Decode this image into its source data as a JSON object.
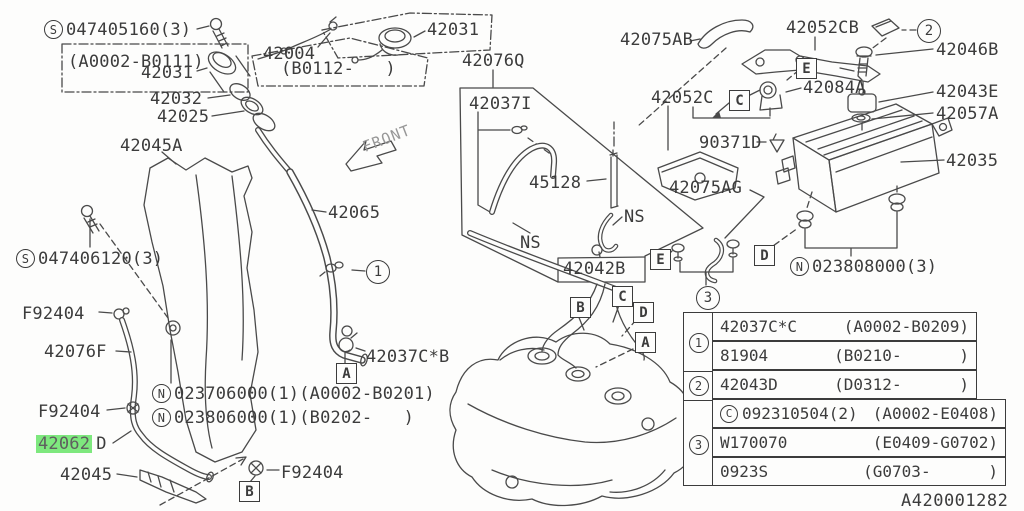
{
  "labels": {
    "bolt1": "047405160(3)",
    "range_a": "(A0002-B0111)",
    "cap1": "42031",
    "tether": "42004",
    "range_b": "(B0112-   )",
    "cap2": "42031",
    "ring_42032": "42032",
    "gasket_42025": "42025",
    "protector_42045a": "42045A",
    "bracket_q": "42076Q",
    "pipe_i": "42037I",
    "hose_45128": "45128",
    "ns1": "NS",
    "ns2": "NS",
    "pipe_42042b": "42042B",
    "hose_42075ab": "42075AB",
    "bracket_42052cb": "42052CB",
    "screw_42046b": "42046B",
    "valve_42084a": "42084A",
    "bracket_42052c": "42052C",
    "cushion_42043e": "42043E",
    "washer_42057a": "42057A",
    "clip_90371d": "90371D",
    "canister_42035": "42035",
    "hose_42075ag": "42075AG",
    "nut_023808000": "023808000(3)",
    "bolt2": "047406120(3)",
    "filler_42065": "42065",
    "clamp_f92404_1": "F92404",
    "hose_42076f": "42076F",
    "clamp_f92404_2": "F92404",
    "hose_42062": "42062",
    "hose_42062_suffix": "D",
    "deflector_42045": "42045",
    "clamp_f92404_3": "F92404",
    "nut_023706000": "023706000(1)(A0002-B0201)",
    "nut_023806000": "023806000(1)(B0202-   )",
    "clamp_42037cb": "42037C*B",
    "front": "FRONT",
    "doc_number": "A420001282"
  },
  "markers": {
    "s": "S",
    "n": "N",
    "c": "C"
  },
  "refs": {
    "a": "A",
    "b": "B",
    "c": "C",
    "d": "D",
    "e": "E",
    "n1": "1",
    "n2": "2",
    "n3": "3"
  },
  "table": {
    "rows": [
      {
        "part": "42037C*C",
        "range": "(A0002-B0209)"
      },
      {
        "part": "81904",
        "range": "(B0210-      )"
      },
      {
        "part": "42043D",
        "range": "(D0312-      )"
      },
      {
        "marker": "C",
        "part": "092310504(2)",
        "range": "(A0002-E0408)"
      },
      {
        "part": "W170070",
        "range": "(E0409-G0702)"
      },
      {
        "part": "0923S",
        "range": "(G0703-      )"
      }
    ]
  },
  "colors": {
    "line": "#4a4a4a",
    "text": "#3c3c3c",
    "highlight": "#7ee87e"
  }
}
